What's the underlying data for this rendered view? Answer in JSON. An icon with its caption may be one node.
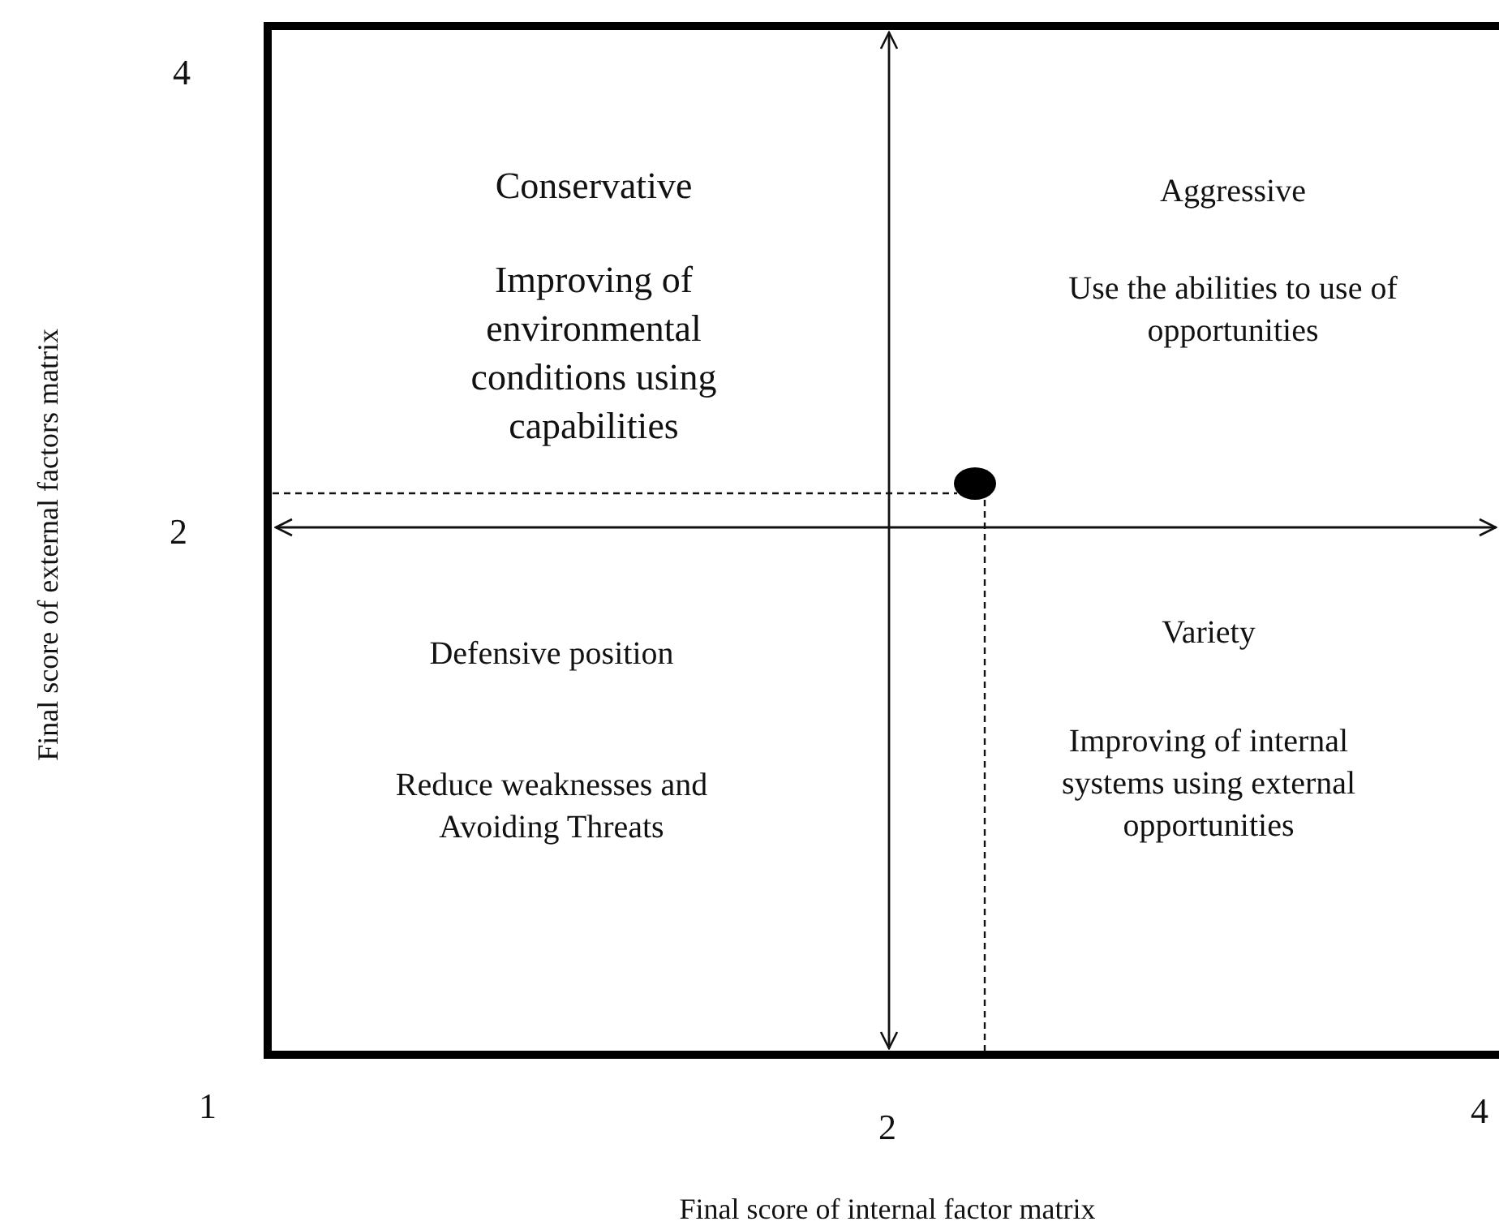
{
  "diagram": {
    "labels": [
      "4",
      "Conservative",
      "Improving of environmental conditions using capabilities",
      "Aggressive",
      "Use the abilities to use of opportunities",
      "2",
      "Defensive position",
      "Reduce weaknesses and Avoiding Threats",
      "Variety",
      "Improving of internal systems using external opportunities",
      "1",
      "2",
      "4",
      "Final score of internal factor matrix",
      "Final score of external factors matrix"
    ]
  }
}
